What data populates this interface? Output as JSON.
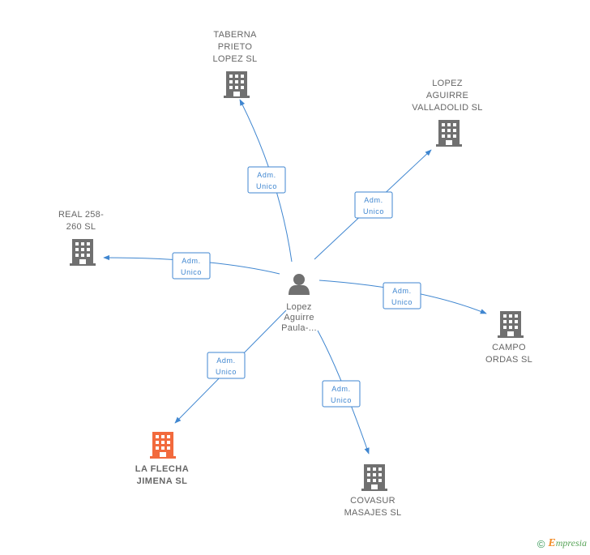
{
  "center": {
    "name_lines": [
      "Lopez",
      "Aguirre",
      "Paula-..."
    ],
    "icon": "person-icon"
  },
  "nodes": [
    {
      "id": "taberna",
      "name_lines": [
        "TABERNA",
        "PRIETO",
        "LOPEZ SL"
      ],
      "icon": "building-icon",
      "highlight": false,
      "badge_lines": [
        "Adm.",
        "Unico"
      ]
    },
    {
      "id": "lopez-aguirre-valladolid",
      "name_lines": [
        "LOPEZ",
        "AGUIRRE",
        "VALLADOLID SL"
      ],
      "icon": "building-icon",
      "highlight": false,
      "badge_lines": [
        "Adm.",
        "Unico"
      ]
    },
    {
      "id": "real-258",
      "name_lines": [
        "REAL 258-",
        "260 SL"
      ],
      "icon": "building-icon",
      "highlight": false,
      "badge_lines": [
        "Adm.",
        "Unico"
      ]
    },
    {
      "id": "campo-ordas",
      "name_lines": [
        "CAMPO",
        "ORDAS SL"
      ],
      "icon": "building-icon",
      "highlight": false,
      "badge_lines": [
        "Adm.",
        "Unico"
      ]
    },
    {
      "id": "la-flecha-jimena",
      "name_lines": [
        "LA FLECHA",
        "JIMENA  SL"
      ],
      "icon": "building-icon",
      "highlight": true,
      "badge_lines": [
        "Adm.",
        "Unico"
      ]
    },
    {
      "id": "covasur-masajes",
      "name_lines": [
        "COVASUR",
        "MASAJES SL"
      ],
      "icon": "building-icon",
      "highlight": false,
      "badge_lines": [
        "Adm.",
        "Unico"
      ]
    }
  ],
  "colors": {
    "edge": "#3f86d0",
    "building": "#707070",
    "highlight_building": "#f26a3d",
    "person": "#707070",
    "label": "#666666"
  },
  "footer": {
    "copyright_symbol": "©",
    "brand_first": "E",
    "brand_rest": "mpresia",
    "icon": "copyright-icon"
  }
}
